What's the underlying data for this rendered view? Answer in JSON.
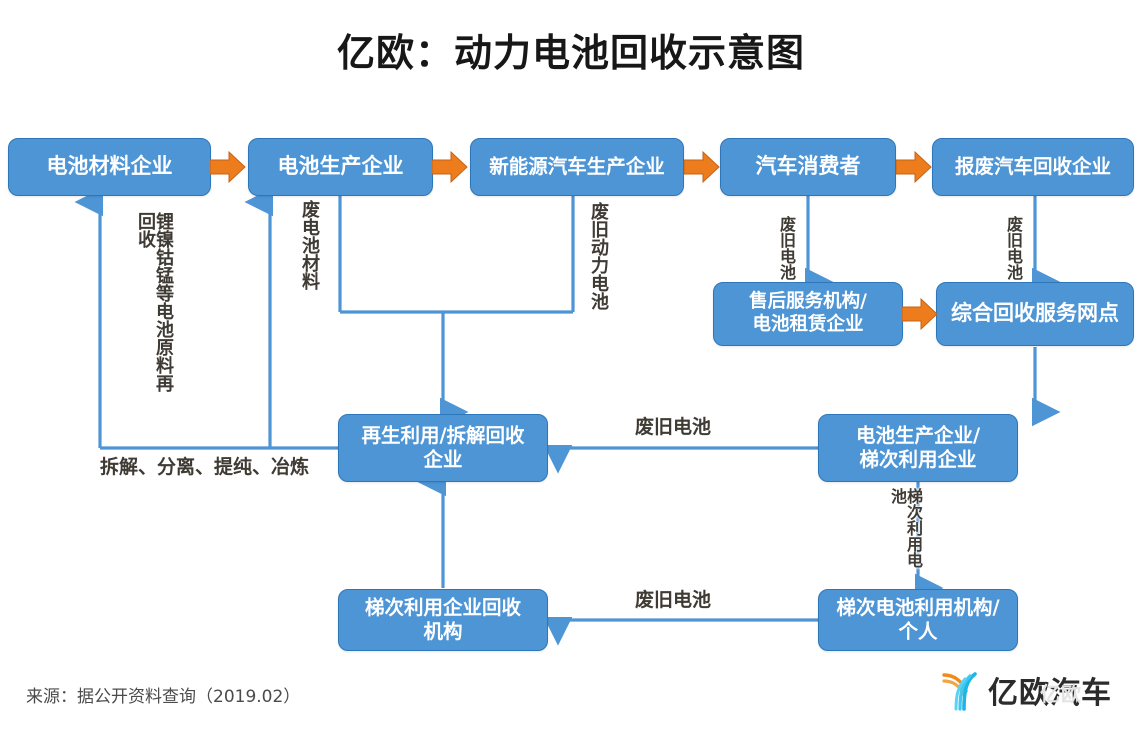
{
  "title": "亿欧：动力电池回收示意图",
  "colors": {
    "node_fill": "#4e95d6",
    "node_border": "#2e76ba",
    "node_text": "#ffffff",
    "connector": "#4e95d6",
    "chevron": "#ed7d1c",
    "label_text": "#3f3a33",
    "background": "#ffffff",
    "logo_orange": "#f08a1d",
    "logo_blue": "#1fb4e6"
  },
  "nodes": {
    "battery_material": "电池材料企业",
    "battery_production": "电池生产企业",
    "nev_production": "新能源汽车生产企业",
    "car_consumer": "汽车消费者",
    "scrap_car_recycling": "报废汽车回收企业",
    "after_sales": "售后服务机构/\n电池租赁企业",
    "after_sales_line1": "售后服务机构/",
    "after_sales_line2": "电池租赁企业",
    "integrated_service": "综合回收服务网点",
    "regeneration_line1": "再生利用/拆解回收",
    "regeneration_line2": "企业",
    "battery_cascade_line1": "电池生产企业/",
    "battery_cascade_line2": "梯次利用企业",
    "cascade_recycle_line1": "梯次利用企业回收",
    "cascade_recycle_line2": "机构",
    "cascade_user_line1": "梯次电池利用机构/",
    "cascade_user_line2": "个人"
  },
  "edge_labels": {
    "raw_material_recycle": "锂镍钴锰等电池原料再回收",
    "waste_battery_material": "废电池材料",
    "waste_power_battery": "废旧动力电池",
    "waste_battery_consumer": "废旧电池",
    "waste_battery_scrapcar": "废旧电池",
    "dismantle_process": "拆解、分离、提纯、冶炼",
    "waste_battery_mid": "废旧电池",
    "cascade_battery": "梯次利用电池",
    "waste_battery_bottom": "废旧电池"
  },
  "footer": {
    "source": "来源：据公开资料查询（2019.02）",
    "logo_text": "亿欧汽车",
    "watermark": "亿欧"
  }
}
